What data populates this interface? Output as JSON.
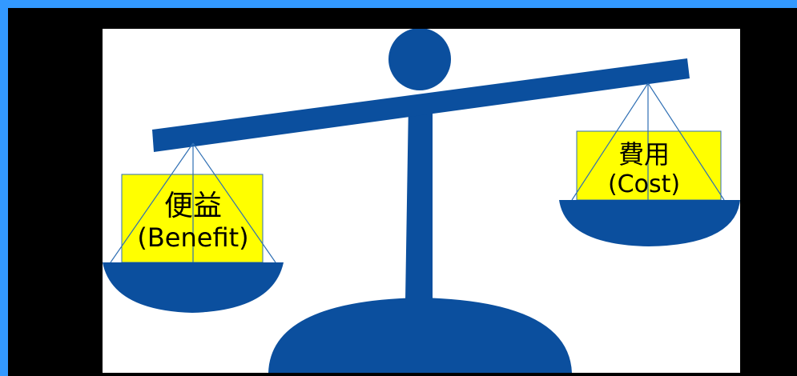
{
  "colors": {
    "outer_border": "#3399ff",
    "frame": "#000000",
    "canvas": "#ffffff",
    "scale_blue": "#0b4f9e",
    "box_yellow": "#ffff00",
    "string_blue": "#2f6fb4"
  },
  "left_pan": {
    "label_jp": "便益",
    "label_en": "(Benefit)"
  },
  "right_pan": {
    "label_jp": "費用",
    "label_en": "(Cost)"
  }
}
